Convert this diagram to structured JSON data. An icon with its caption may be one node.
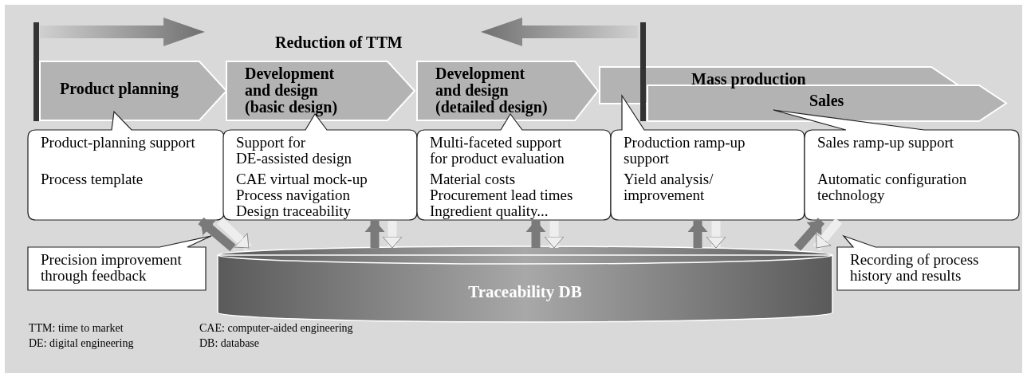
{
  "diagram": {
    "nodes": [
      {
        "text": [
          "Product planning"
        ]
      },
      {
        "text": [
          "Development and design",
          "(basic design)"
        ]
      },
      {
        "text": [
          "Development and design",
          "(detailed design)"
        ]
      },
      {
        "text": [
          "Mass production"
        ]
      },
      {
        "text": [
          "Sales"
        ]
      },
      {
        "text": [
          "Product-planning support",
          "Process template"
        ]
      },
      {
        "text": [
          "Support for DE-assisted design",
          "CAE virtual mock-up",
          "Process navigation",
          "Design traceability"
        ]
      },
      {
        "text": [
          "Multi-faceted support for product evaluation",
          "Material costs",
          "Procurement lead times",
          "Ingredient quality..."
        ]
      },
      {
        "text": [
          "Production ramp-up support",
          "Yield analysis/ improvement"
        ]
      },
      {
        "text": [
          "Sales ramp-up support",
          "Automatic configuration technology"
        ]
      },
      {
        "text": [
          "Traceability DB"
        ]
      },
      {
        "text": [
          "Precision improvement through feedback"
        ]
      },
      {
        "text": [
          "Recording of process history and results"
        ]
      }
    ],
    "edges": [
      {
        "from": 10,
        "to": 5,
        "arrow": "to"
      },
      {
        "from": 5,
        "to": 10,
        "arrow": "to",
        "color": "#eeeeee"
      },
      {
        "from": 10,
        "to": 6,
        "arrow": "to"
      },
      {
        "from": 6,
        "to": 10,
        "arrow": "to",
        "color": "#eeeeee"
      },
      {
        "from": 10,
        "to": 7,
        "arrow": "to"
      },
      {
        "from": 7,
        "to": 10,
        "arrow": "to",
        "color": "#eeeeee"
      },
      {
        "from": 10,
        "to": 8,
        "arrow": "to"
      },
      {
        "from": 8,
        "to": 10,
        "arrow": "to",
        "color": "#eeeeee"
      },
      {
        "from": 10,
        "to": 9,
        "arrow": "to"
      },
      {
        "from": 9,
        "to": 10,
        "arrow": "to",
        "color": "#eeeeee"
      }
    ],
    "labels": [
      "Reduction of TTM",
      "TTM: time to market",
      "CAE: computer-aided engineering",
      "DE: digital engineering",
      "DB: database"
    ]
  }
}
